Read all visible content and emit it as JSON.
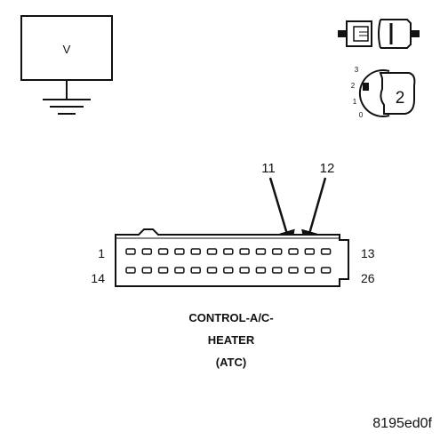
{
  "meter": {
    "symbol": "V"
  },
  "ignition": {
    "positions": [
      "3",
      "2",
      "1",
      "0"
    ],
    "selected": "2"
  },
  "callouts": [
    "11",
    "12"
  ],
  "connector": {
    "pin_labels": {
      "top_left": "1",
      "top_right": "13",
      "bottom_left": "14",
      "bottom_right": "26"
    },
    "rows": 2,
    "pins_per_row": 13
  },
  "caption": {
    "line1": "CONTROL-A/C-",
    "line2": "HEATER",
    "line3": "(ATC)"
  },
  "figure_code": "8195ed0f"
}
